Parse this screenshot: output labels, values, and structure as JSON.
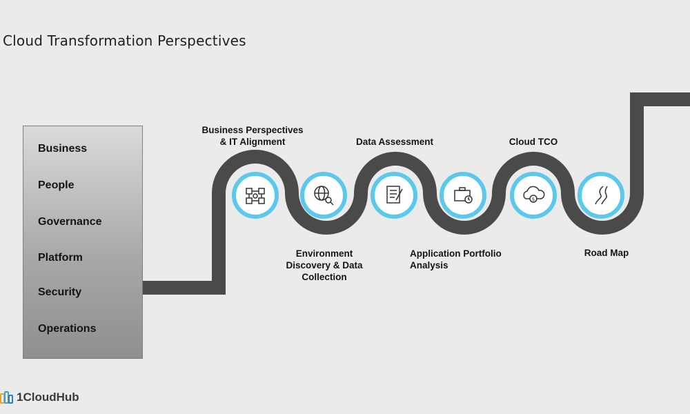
{
  "title": "Cloud Transformation Perspectives",
  "perspectives": [
    "Business",
    "People",
    "Governance",
    "Platform",
    "Security",
    "Operations"
  ],
  "steps": {
    "business_alignment": {
      "line1": "Business Perspectives",
      "line2": "& IT Alignment",
      "icon": "network-gear-icon"
    },
    "environment_discovery": {
      "line1": "Environment",
      "line2": "Discovery & Data",
      "line3": "Collection",
      "icon": "globe-search-icon"
    },
    "data_assessment": {
      "line1": "Data Assessment",
      "icon": "checklist-icon"
    },
    "app_portfolio": {
      "line1": "Application Portfolio",
      "line2": "Analysis",
      "icon": "briefcase-clock-icon"
    },
    "cloud_tco": {
      "line1": "Cloud TCO",
      "icon": "cloud-dollar-icon"
    },
    "road_map": {
      "line1": "Road Map",
      "icon": "road-icon"
    }
  },
  "logo": {
    "text": "1CloudHub"
  },
  "colors": {
    "road": "#4a4a4a",
    "ring": "#5cc8ec",
    "background": "#ebebeb"
  }
}
